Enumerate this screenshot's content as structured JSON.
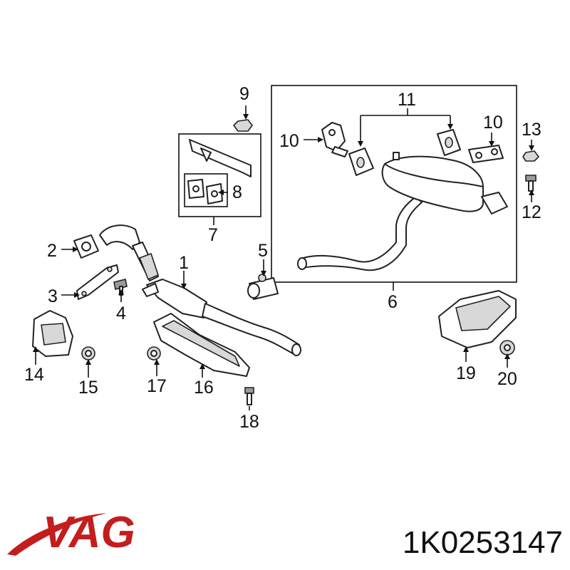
{
  "brand": {
    "name": "VAG",
    "color": "#c41d1d"
  },
  "part_number": "1K0253147",
  "callouts": {
    "c1": "1",
    "c2": "2",
    "c3": "3",
    "c4": "4",
    "c5": "5",
    "c6": "6",
    "c7": "7",
    "c8": "8",
    "c9": "9",
    "c10a": "10",
    "c10b": "10",
    "c11": "11",
    "c12": "12",
    "c13": "13",
    "c14": "14",
    "c15": "15",
    "c16": "16",
    "c17": "17",
    "c18": "18",
    "c19": "19",
    "c20": "20"
  },
  "colors": {
    "line": "#111111",
    "part_fill": "#ffffff",
    "shade": "#9a9a9a"
  }
}
